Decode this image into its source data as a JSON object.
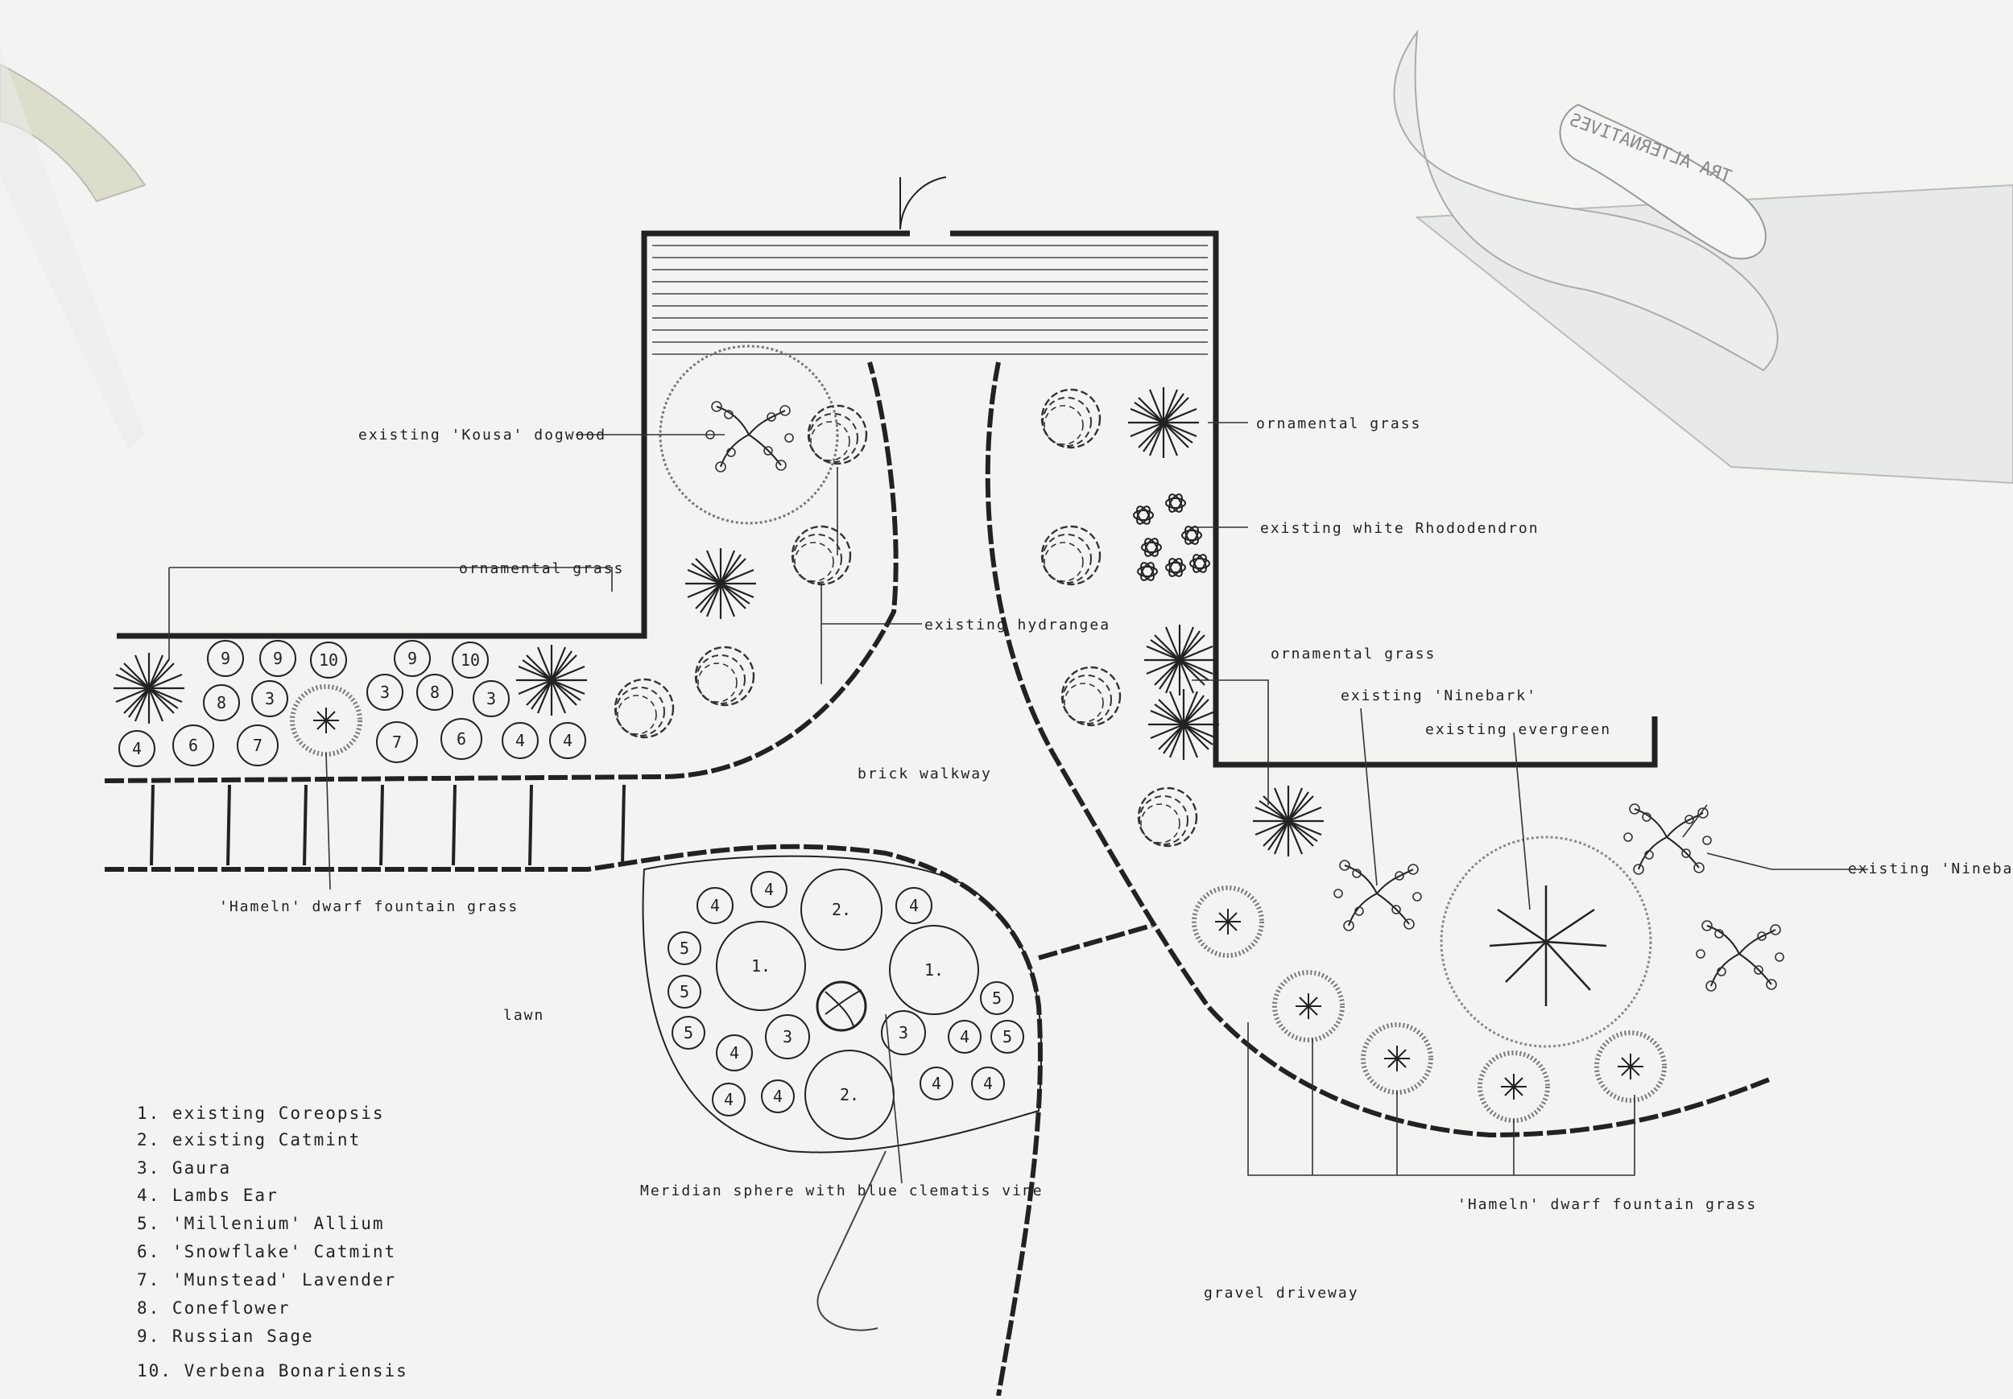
{
  "labels": {
    "kousa": "existing 'Kousa' dogwood",
    "orn_grass_top": "ornamental grass",
    "orn_grass_left": "ornamental grass",
    "rhododendron": "existing white Rhododendron",
    "hydrangea": "existing hydrangea",
    "orn_grass_mid": "ornamental grass",
    "ninebark_1": "existing 'Ninebark'",
    "evergreen": "existing evergreen",
    "ninebark_2": "existing 'Ninebark'",
    "brick_walkway": "brick walkway",
    "hameln_left": "'Hameln' dwarf fountain grass",
    "lawn": "lawn",
    "meridian": "Meridian sphere with blue clematis vine",
    "hameln_right": "'Hameln' dwarf fountain grass",
    "driveway": "gravel driveway"
  },
  "legend": [
    "1. existing Coreopsis",
    "2. existing Catmint",
    "3. Gaura",
    "4. Lambs Ear",
    "5. 'Millenium' Allium",
    "6. 'Snowflake' Catmint",
    "7. 'Munstead' Lavender",
    "8. Coneflower",
    "9. Russian Sage",
    "10. Verbena Bonariensis"
  ],
  "left_bed_numbers": [
    "9",
    "9",
    "10",
    "9",
    "10",
    "8",
    "3",
    "3",
    "8",
    "3",
    "4",
    "6",
    "7",
    "7",
    "6",
    "4",
    "4"
  ],
  "round_bed_numbers": [
    "4",
    "2.",
    "4",
    "4",
    "5",
    "1.",
    "1.",
    "5",
    "5",
    "5",
    "3",
    "3",
    "4",
    "5",
    "4",
    "2.",
    "4",
    "4",
    "4",
    "4"
  ],
  "tool_text": "TRA ALTERNATIVES",
  "colors": {
    "ink": "#222222",
    "paper": "#f3f3f2",
    "tool": "#e7eae9"
  }
}
